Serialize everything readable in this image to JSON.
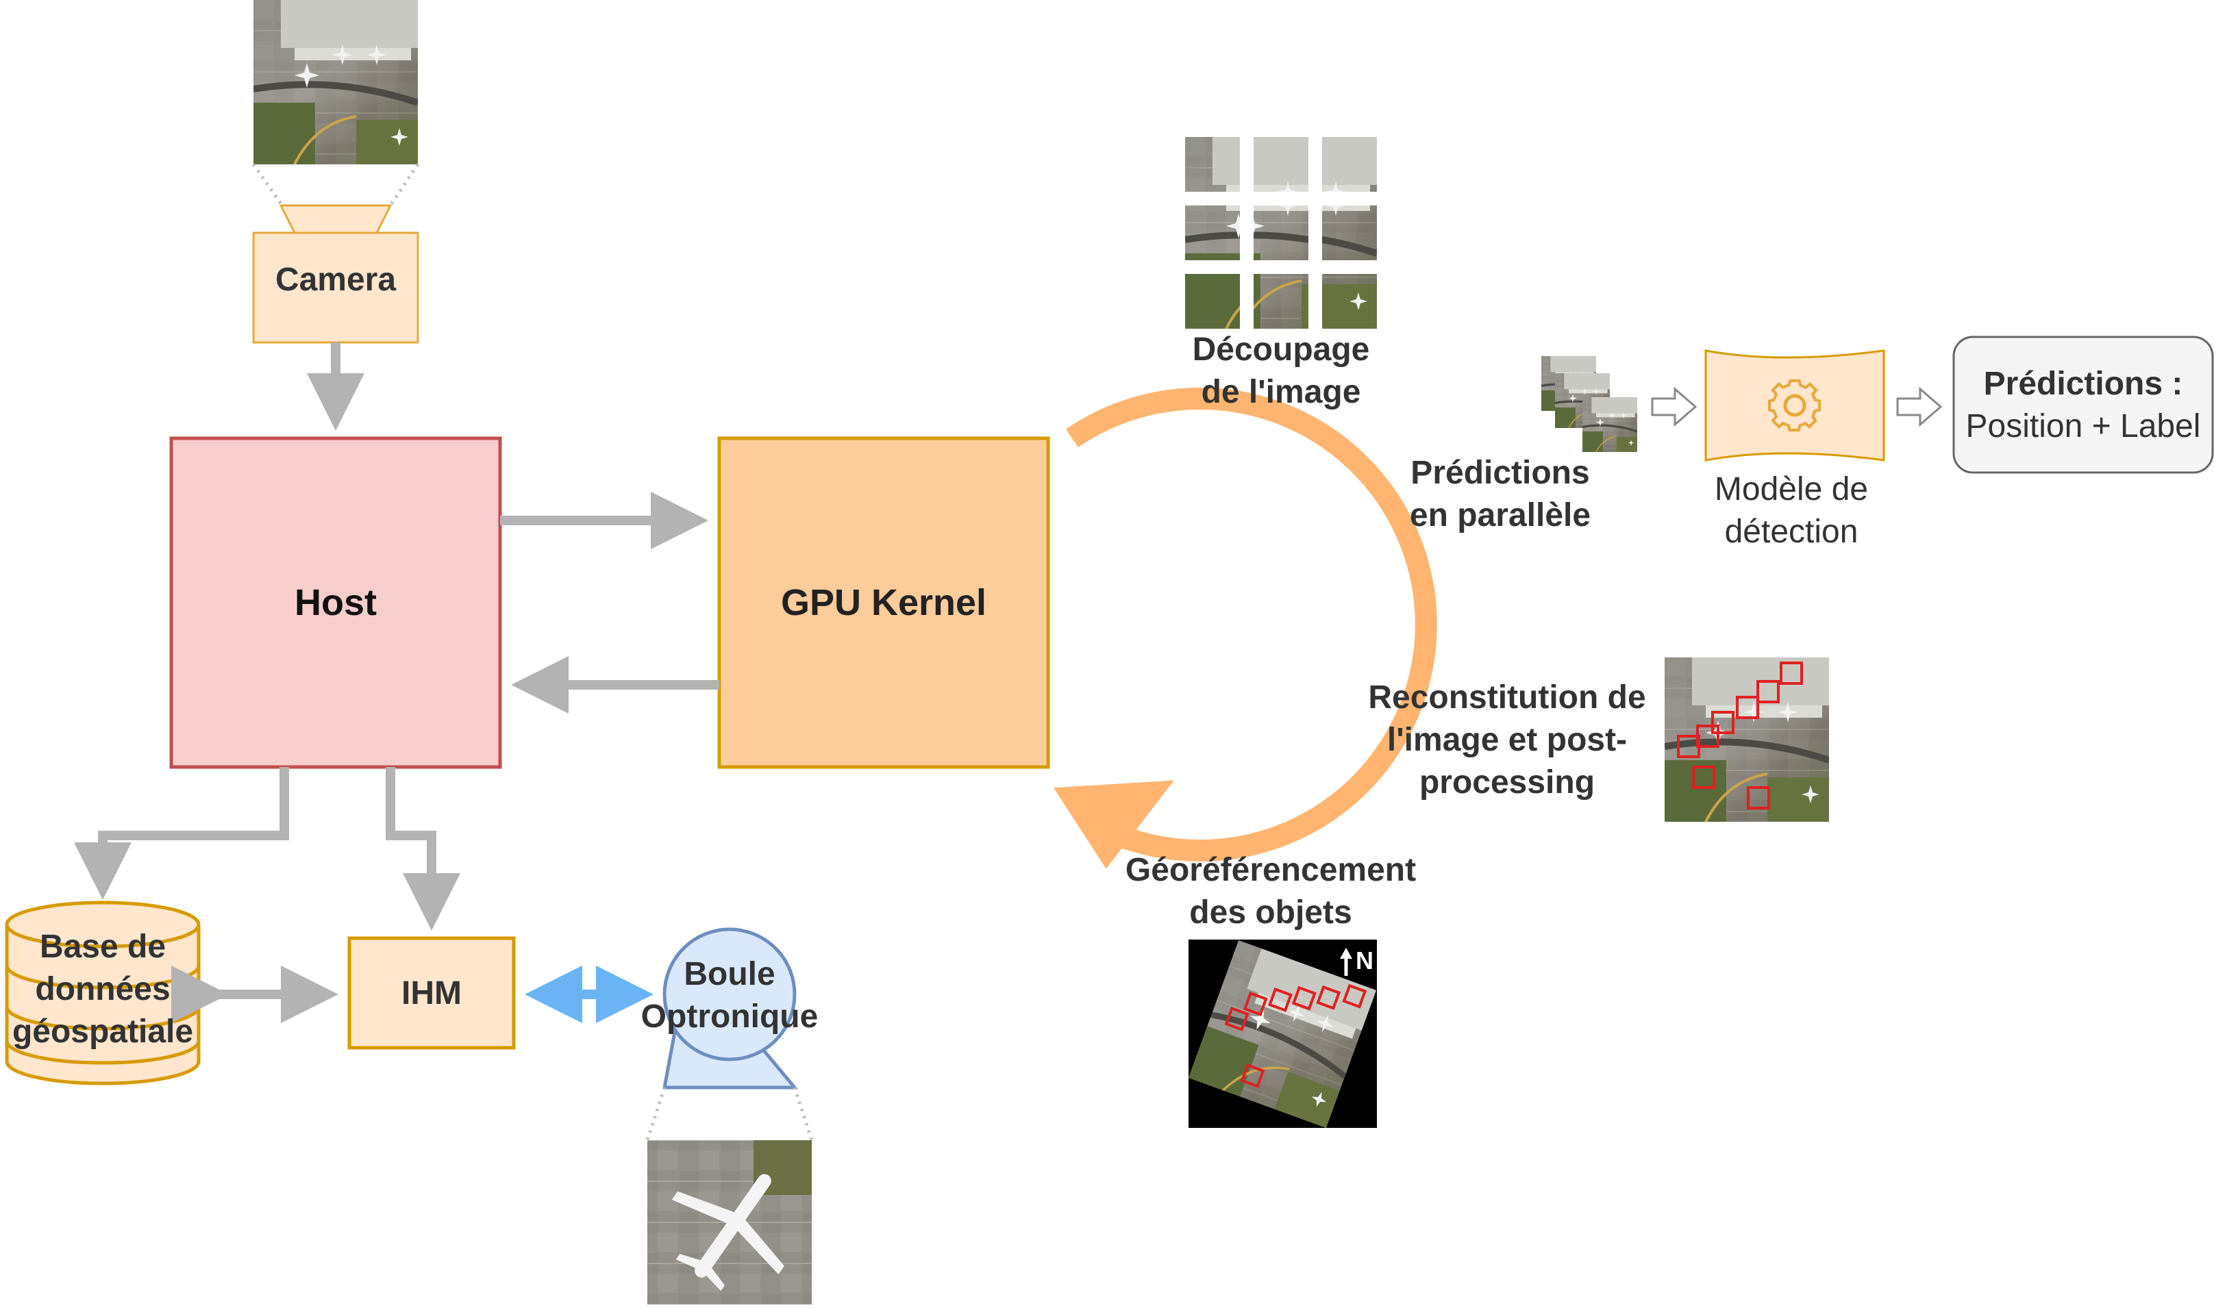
{
  "nodes": {
    "camera": "Camera",
    "host": "Host",
    "gpu_kernel": "GPU Kernel",
    "database": [
      "Base de",
      "données",
      "géospatiale"
    ],
    "ihm": "IHM",
    "optronic_ball": [
      "Boule",
      "Optronique"
    ]
  },
  "pipeline": {
    "tiling": [
      "Découpage",
      "de l'image"
    ],
    "parallel_predictions": [
      "Prédictions",
      "en parallèle"
    ],
    "reconstruction": [
      "Reconstitution de",
      "l'image et post-",
      "processing"
    ],
    "georeferencing": [
      "Géoréférencement",
      "des objets"
    ],
    "north_label": "N"
  },
  "detection": {
    "model": [
      "Modèle de",
      "détection"
    ],
    "output_title": "Prédictions :",
    "output_detail": "Position + Label"
  },
  "colors": {
    "camera_fill": "#FFE6CC",
    "camera_stroke": "#E6A93A",
    "host_fill": "#F8CECC",
    "host_stroke": "#C0504D",
    "gpu_fill": "#FCCC9A",
    "gpu_stroke": "#D79B00",
    "ball_fill": "#DAE8FC",
    "ball_stroke": "#6C8EBF",
    "cycle_arrow": "#FFB570",
    "gray_arrow": "#B3B3B3",
    "blue_arrow": "#6AB4F5",
    "detection_box": "#E02020"
  },
  "icons": [
    "gear-icon",
    "north-arrow-icon",
    "hollow-arrow-icon",
    "airplane-icon"
  ]
}
